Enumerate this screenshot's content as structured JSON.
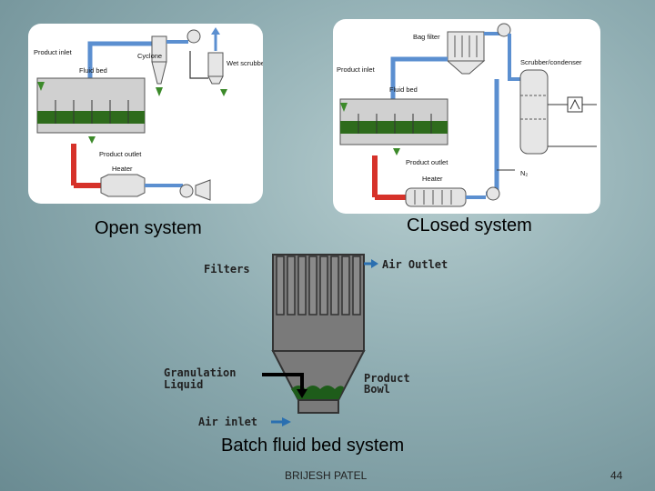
{
  "open_system": {
    "caption": "Open system",
    "labels": {
      "product_inlet": "Product inlet",
      "fluid_bed": "Fluid bed",
      "cyclone": "Cyclone",
      "wet_scrubber": "Wet scrubber",
      "product_outlet": "Product outlet",
      "heater": "Heater"
    }
  },
  "closed_system": {
    "caption": "CLosed system",
    "labels": {
      "bag_filter": "Bag filter",
      "scrubber_condenser": "Scrubber/condenser",
      "product_inlet": "Product inlet",
      "fluid_bed": "Fluid bed",
      "product_outlet": "Product outlet",
      "heater": "Heater",
      "n2": "N₂"
    }
  },
  "batch_system": {
    "caption": "Batch fluid bed system",
    "labels": {
      "filters": "Filters",
      "air_outlet": "Air Outlet",
      "granulation_liquid_1": "Granulation",
      "granulation_liquid_2": "Liquid",
      "product_bowl_1": "Product",
      "product_bowl_2": "Bowl",
      "air_inlet": "Air inlet"
    }
  },
  "footer": {
    "author": "BRIJESH PATEL",
    "page_number": "44"
  },
  "colors": {
    "blue_duct": "#5b8fd0",
    "red_duct": "#d6322a",
    "bed_green": "#2e6b1c",
    "vessel_gray": "#7a7a7a"
  }
}
